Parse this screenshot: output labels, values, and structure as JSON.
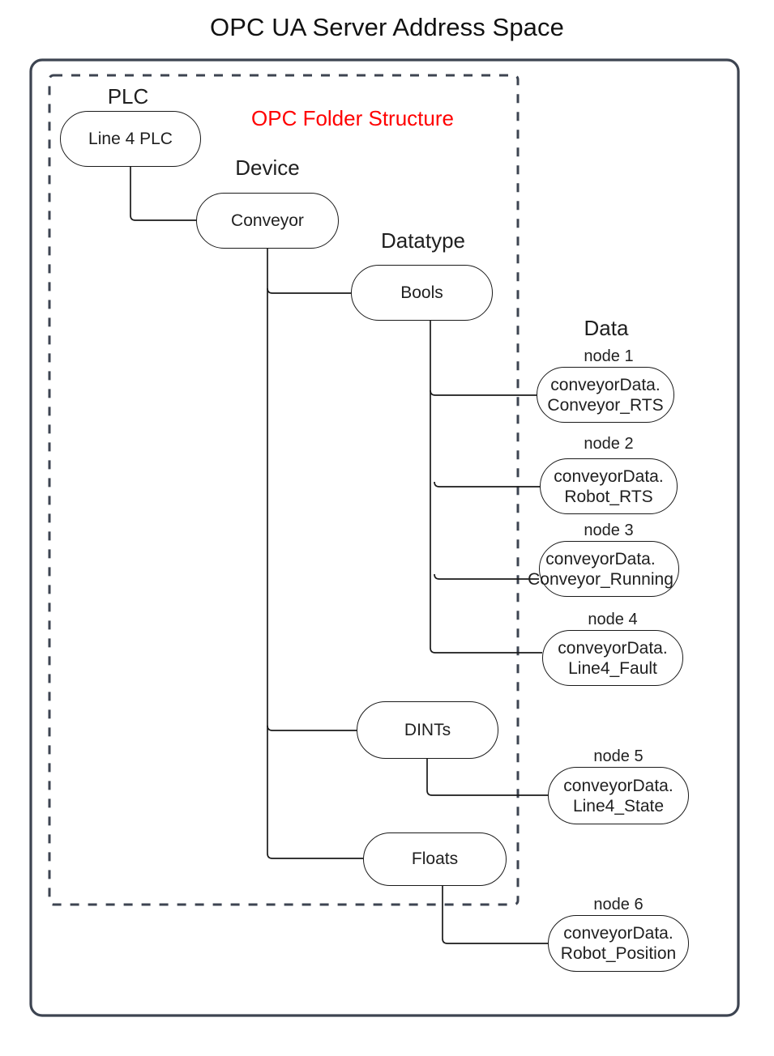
{
  "diagram": {
    "title": "OPC UA Server Address Space",
    "inner_label": "OPC Folder Structure",
    "inner_label_color": "#FF0000",
    "outer_border_color": "#3d4451",
    "dashed_border_color": "#3d4451",
    "line_color": "#1a1a1a"
  },
  "group_labels": {
    "plc": "PLC",
    "device": "Device",
    "datatype": "Datatype",
    "data": "Data"
  },
  "folders": {
    "plc_node": "Line 4 PLC",
    "device_node": "Conveyor",
    "bools": "Bools",
    "dints": "DINTs",
    "floats": "Floats"
  },
  "nodes": [
    {
      "caption": "node 1",
      "line1": "conveyorData.",
      "line2": "Conveyor_RTS"
    },
    {
      "caption": "node 2",
      "line1": "conveyorData.",
      "line2": "Robot_RTS"
    },
    {
      "caption": "node 3",
      "line1": "conveyorData.",
      "line2": "Conveyor_Running"
    },
    {
      "caption": "node 4",
      "line1": "conveyorData.",
      "line2": "Line4_Fault"
    },
    {
      "caption": "node 5",
      "line1": "conveyorData.",
      "line2": "Line4_State"
    },
    {
      "caption": "node 6",
      "line1": "conveyorData.",
      "line2": "Robot_Position"
    }
  ]
}
